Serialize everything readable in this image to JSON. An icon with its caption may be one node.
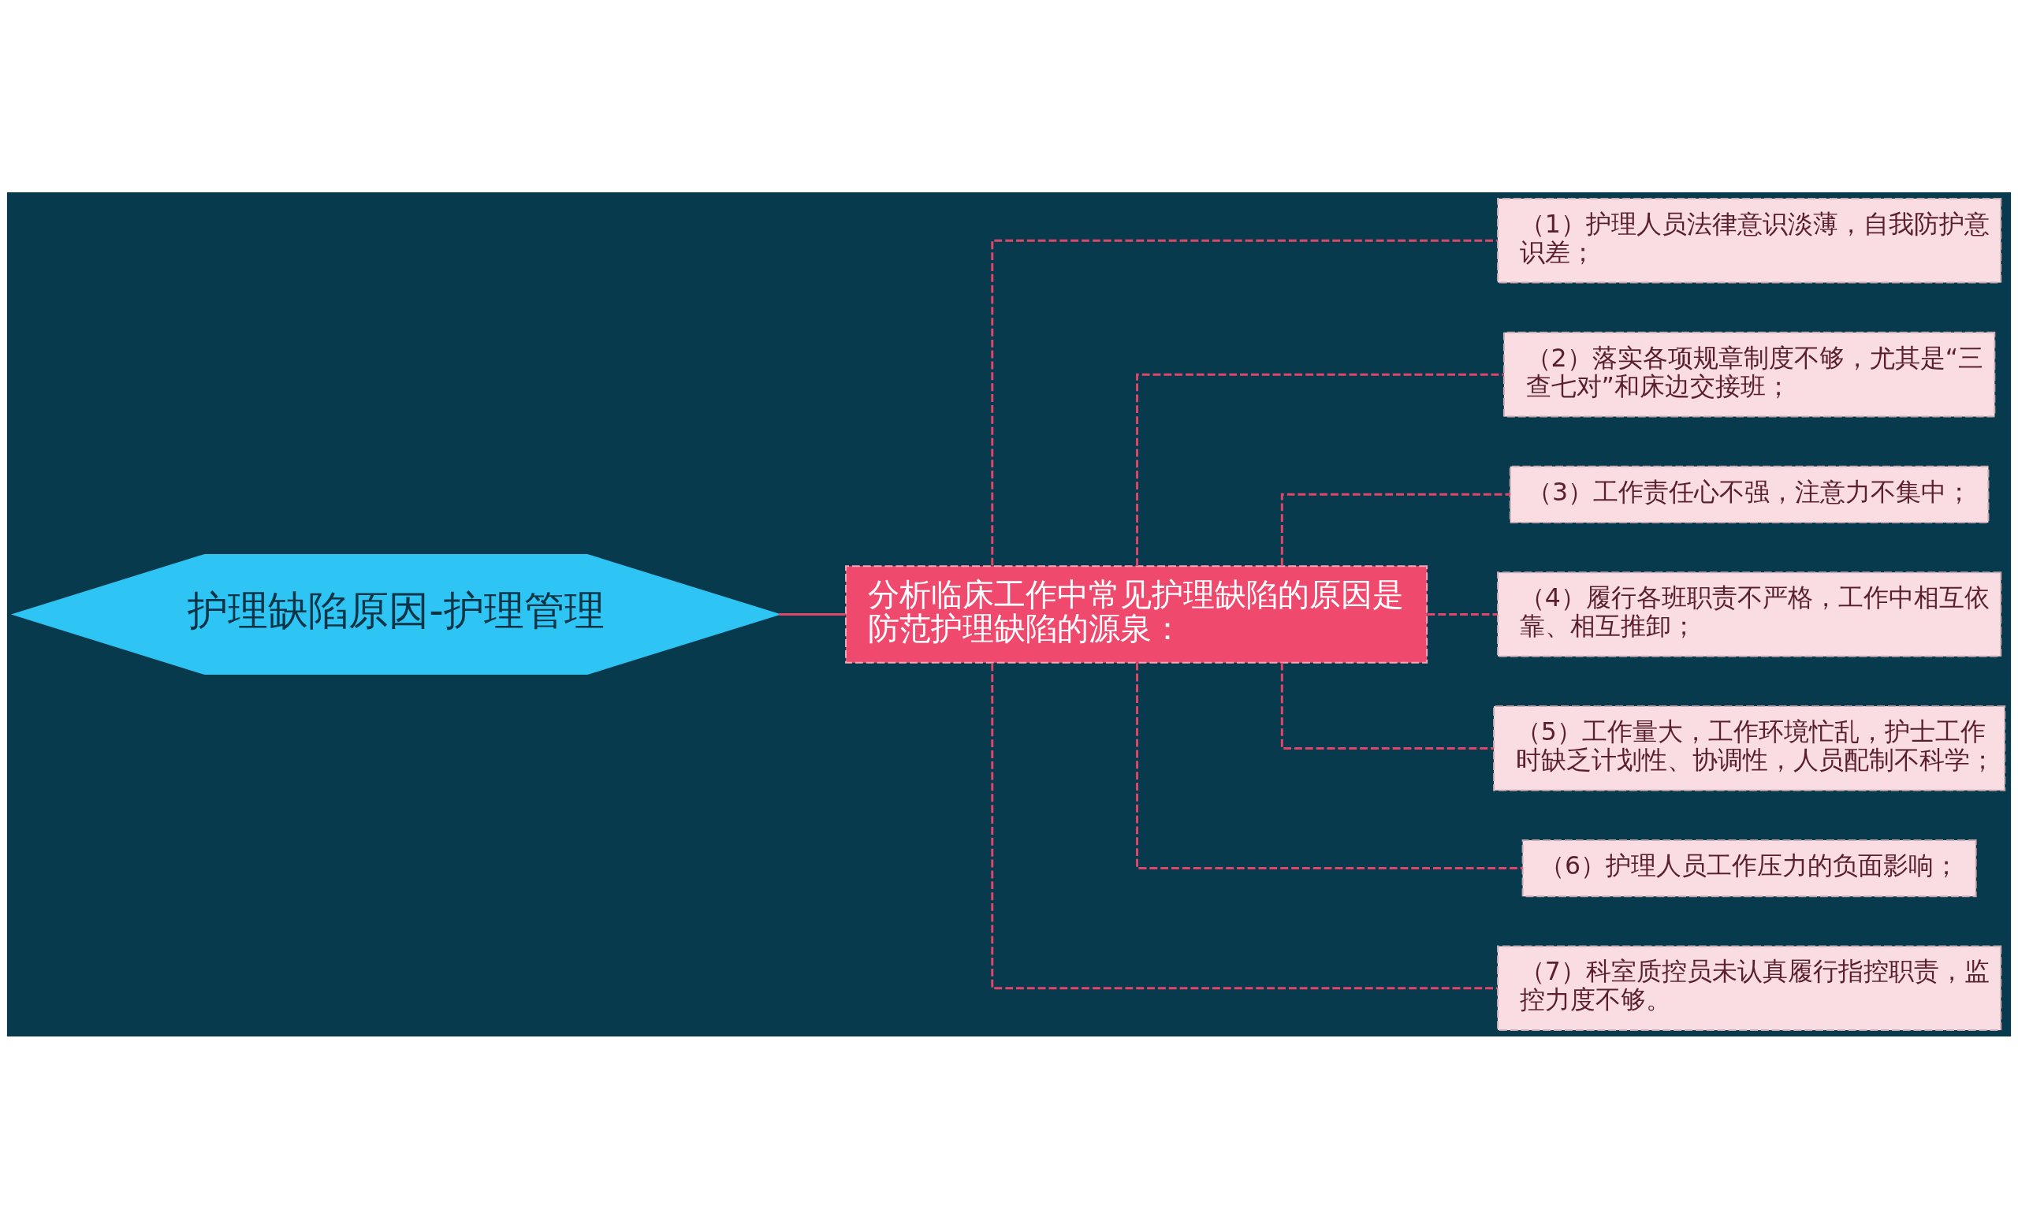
{
  "diagram": {
    "nodes": [
      {
        "text": [
          "护理缺陷原因-护理管理"
        ]
      },
      {
        "text": [
          "分析临床工作中常见护理缺陷的原因是防范护理缺陷的源泉："
        ]
      },
      {
        "text": [
          "（1）护理人员法律意识淡薄，自我防护意识差；"
        ]
      },
      {
        "text": [
          "（2）落实各项规章制度不够，尤其是“三查七对”和床边交接班；"
        ]
      },
      {
        "text": [
          "（3）工作责任心不强，注意力不集中；"
        ]
      },
      {
        "text": [
          "（4）履行各班职责不严格，工作中相互依靠、相互推卸；"
        ]
      },
      {
        "text": [
          "（5）工作量大，工作环境忙乱，护士工作时缺乏计划性、协调性，人员配制不科学；"
        ]
      },
      {
        "text": [
          "（6）护理人员工作压力的负面影响；"
        ]
      },
      {
        "text": [
          "（7）科室质控员未认真履行指控职责，监控力度不够。"
        ]
      }
    ],
    "edges": [
      {
        "from": 0,
        "to": 1,
        "arrow": "none"
      },
      {
        "from": 1,
        "to": 2,
        "arrow": "none",
        "style": "dashed"
      },
      {
        "from": 1,
        "to": 3,
        "arrow": "none",
        "style": "dashed"
      },
      {
        "from": 1,
        "to": 4,
        "arrow": "none",
        "style": "dashed"
      },
      {
        "from": 1,
        "to": 5,
        "arrow": "none",
        "style": "dashed"
      },
      {
        "from": 1,
        "to": 6,
        "arrow": "none",
        "style": "dashed"
      },
      {
        "from": 1,
        "to": 7,
        "arrow": "none",
        "style": "dashed"
      },
      {
        "from": 1,
        "to": 8,
        "arrow": "none",
        "style": "dashed"
      }
    ]
  }
}
